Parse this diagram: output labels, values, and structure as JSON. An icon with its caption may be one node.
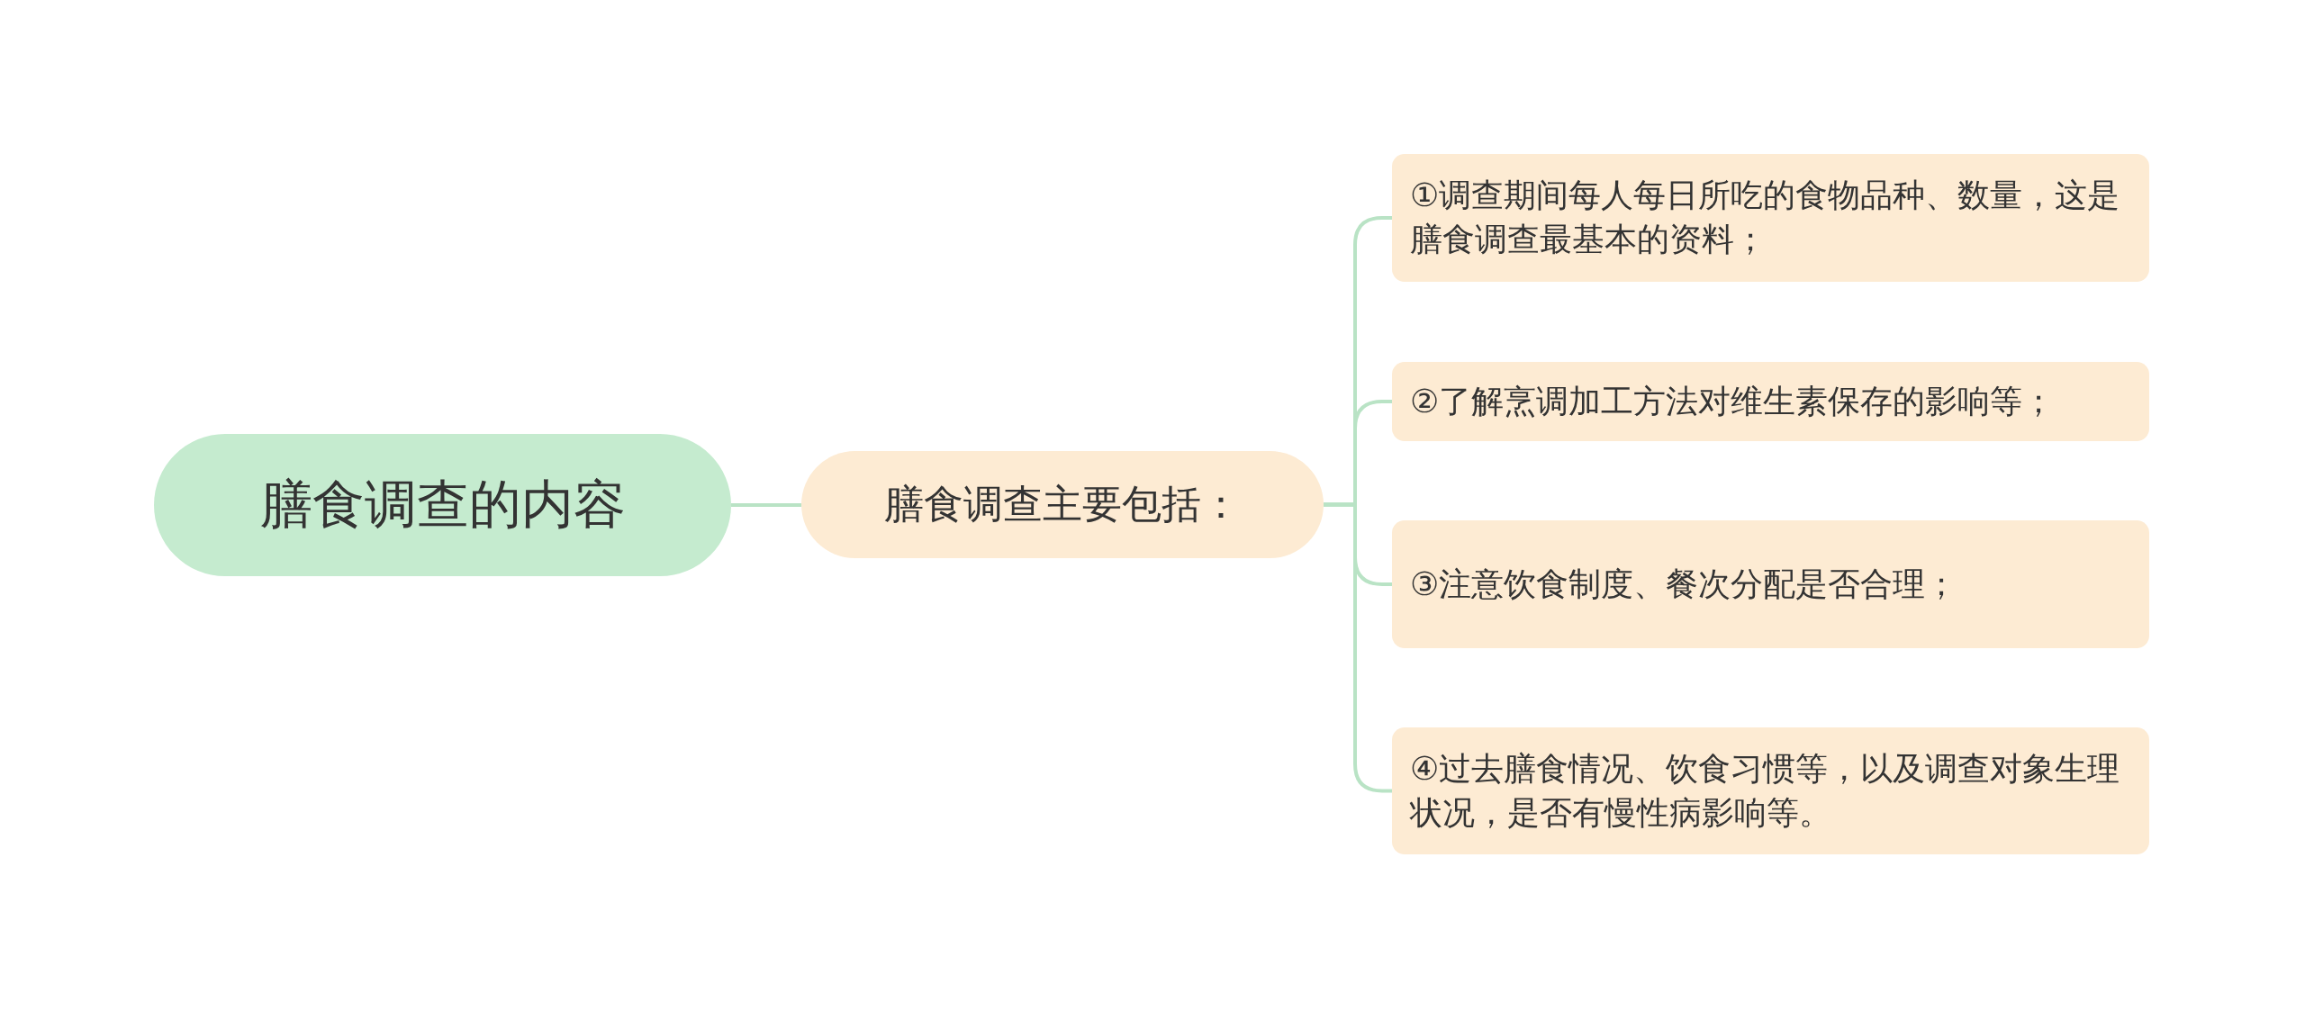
{
  "diagram": {
    "nodes": [
      {
        "text": [
          "膳食调查的内容"
        ]
      },
      {
        "text": [
          "膳食调查主要包括："
        ]
      },
      {
        "text": [
          "①调查期间每人每日所吃的食物品种、数量，这是膳食调查最基本的资料；"
        ]
      },
      {
        "text": [
          "②了解烹调加工方法对维生素保存的影响等；"
        ]
      },
      {
        "text": [
          "③注意饮食制度、餐次分配是否合理；"
        ]
      },
      {
        "text": [
          "④过去膳食情况、饮食习惯等，以及调查对象生理状况，是否有慢性病影响等。"
        ]
      }
    ],
    "edges": [
      {
        "from": 0,
        "to": 1,
        "arrow": "none"
      },
      {
        "from": 1,
        "to": 2,
        "arrow": "none"
      },
      {
        "from": 1,
        "to": 3,
        "arrow": "none"
      },
      {
        "from": 1,
        "to": 4,
        "arrow": "none"
      },
      {
        "from": 1,
        "to": 5,
        "arrow": "none"
      }
    ]
  }
}
